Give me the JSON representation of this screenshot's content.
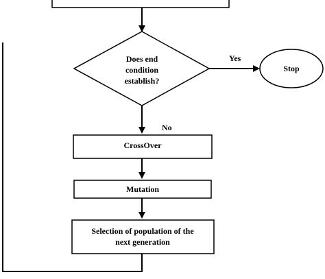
{
  "flowchart": {
    "decision": {
      "line1": "Does end",
      "line2": "condition",
      "line3": "establish?"
    },
    "yes_label": "Yes",
    "no_label": "No",
    "terminal_label": "Stop",
    "crossover_label": "CrossOver",
    "mutation_label": "Mutation",
    "selection": {
      "line1": "Selection of population of the",
      "line2": "next generation"
    }
  }
}
